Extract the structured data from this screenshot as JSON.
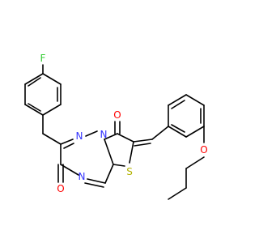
{
  "molecule": {
    "atoms": {
      "F": {
        "label": "F",
        "color": "#33cc33"
      },
      "N1": {
        "label": "N",
        "color": "#3333ff"
      },
      "N2": {
        "label": "N",
        "color": "#3333ff"
      },
      "N3": {
        "label": "N",
        "color": "#3333ff"
      },
      "O1": {
        "label": "O",
        "color": "#ff0000"
      },
      "O2": {
        "label": "O",
        "color": "#ff0000"
      },
      "O3": {
        "label": "O",
        "color": "#ff0000"
      },
      "S": {
        "label": "S",
        "color": "#b2b200"
      }
    }
  }
}
